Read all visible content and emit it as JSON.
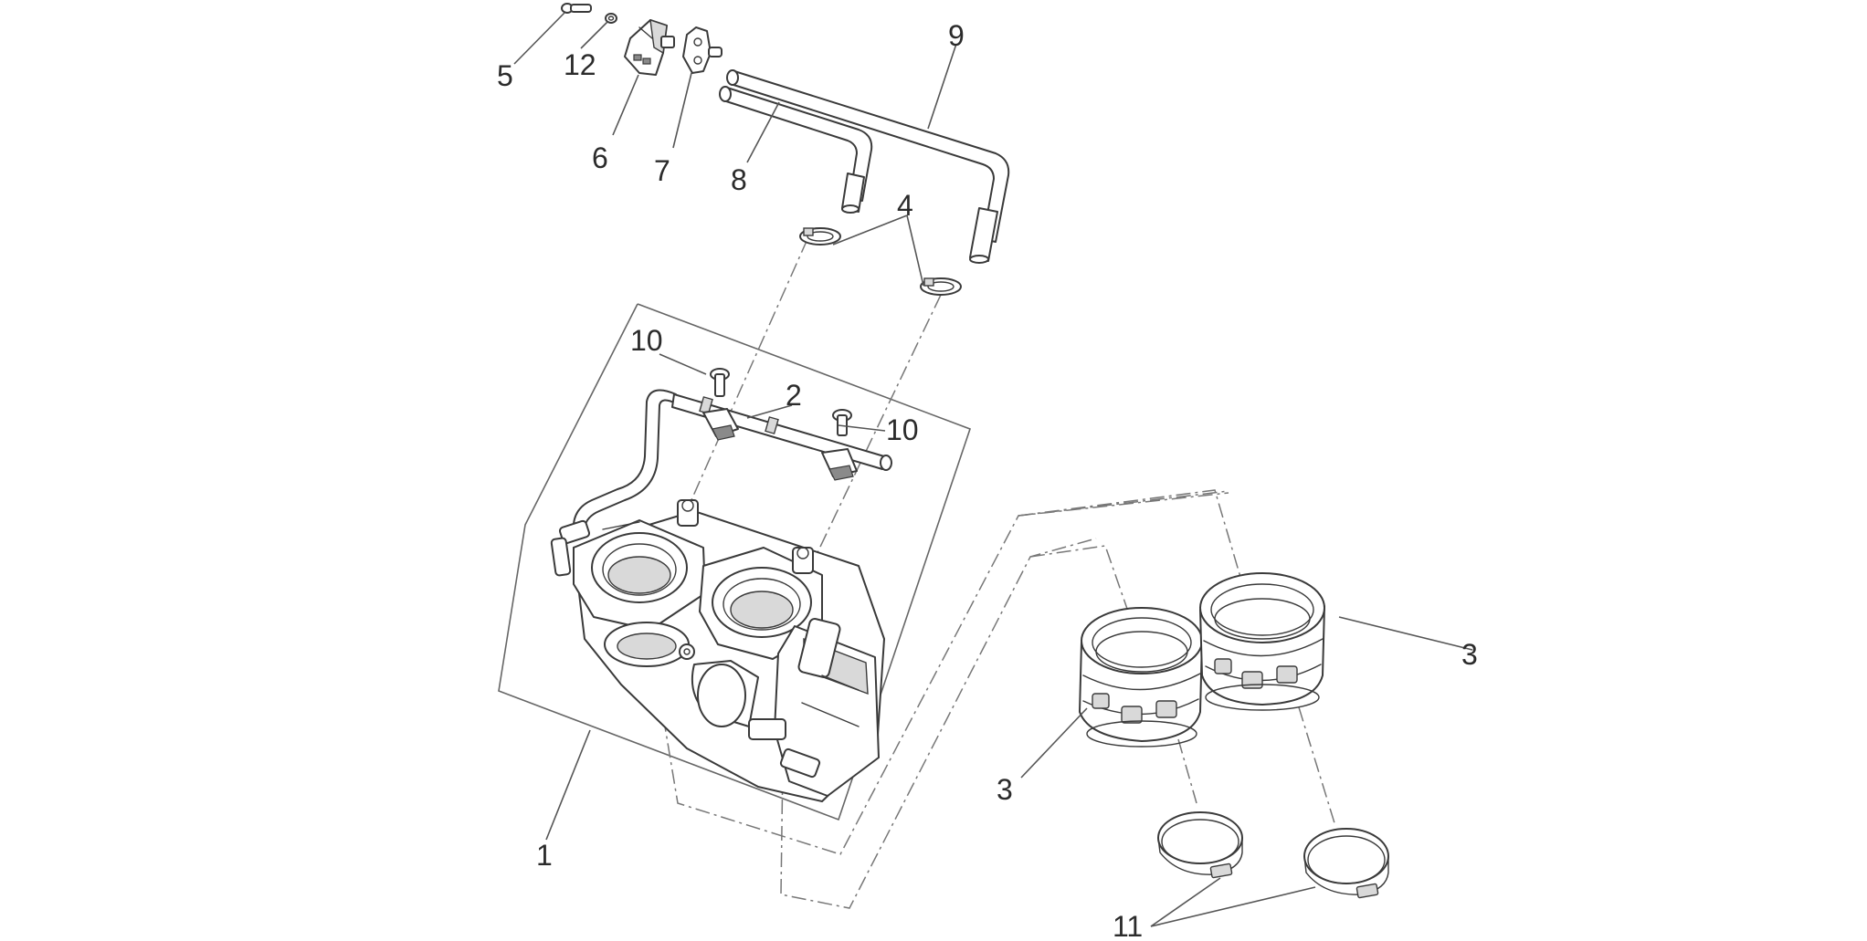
{
  "diagram": {
    "colors": {
      "line": "#3a3a3a",
      "text": "#2b2b2b",
      "background": "#ffffff"
    },
    "callouts": {
      "c1": "1",
      "c2": "2",
      "c3a": "3",
      "c3b": "3",
      "c4": "4",
      "c5": "5",
      "c6": "6",
      "c7": "7",
      "c8": "8",
      "c9": "9",
      "c10a": "10",
      "c10b": "10",
      "c11": "11",
      "c12": "12"
    }
  }
}
